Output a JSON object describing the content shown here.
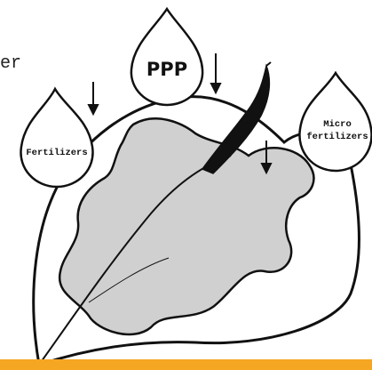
{
  "cut_text": "er",
  "drops": {
    "ppp": "PPP",
    "fertilizers": "Fertilizers",
    "micro_line1": "Micro",
    "micro_line2": "fertilizers"
  },
  "colors": {
    "accent_bar": "#f5a623",
    "stain": "#d0d0d0",
    "ink": "#111111"
  }
}
